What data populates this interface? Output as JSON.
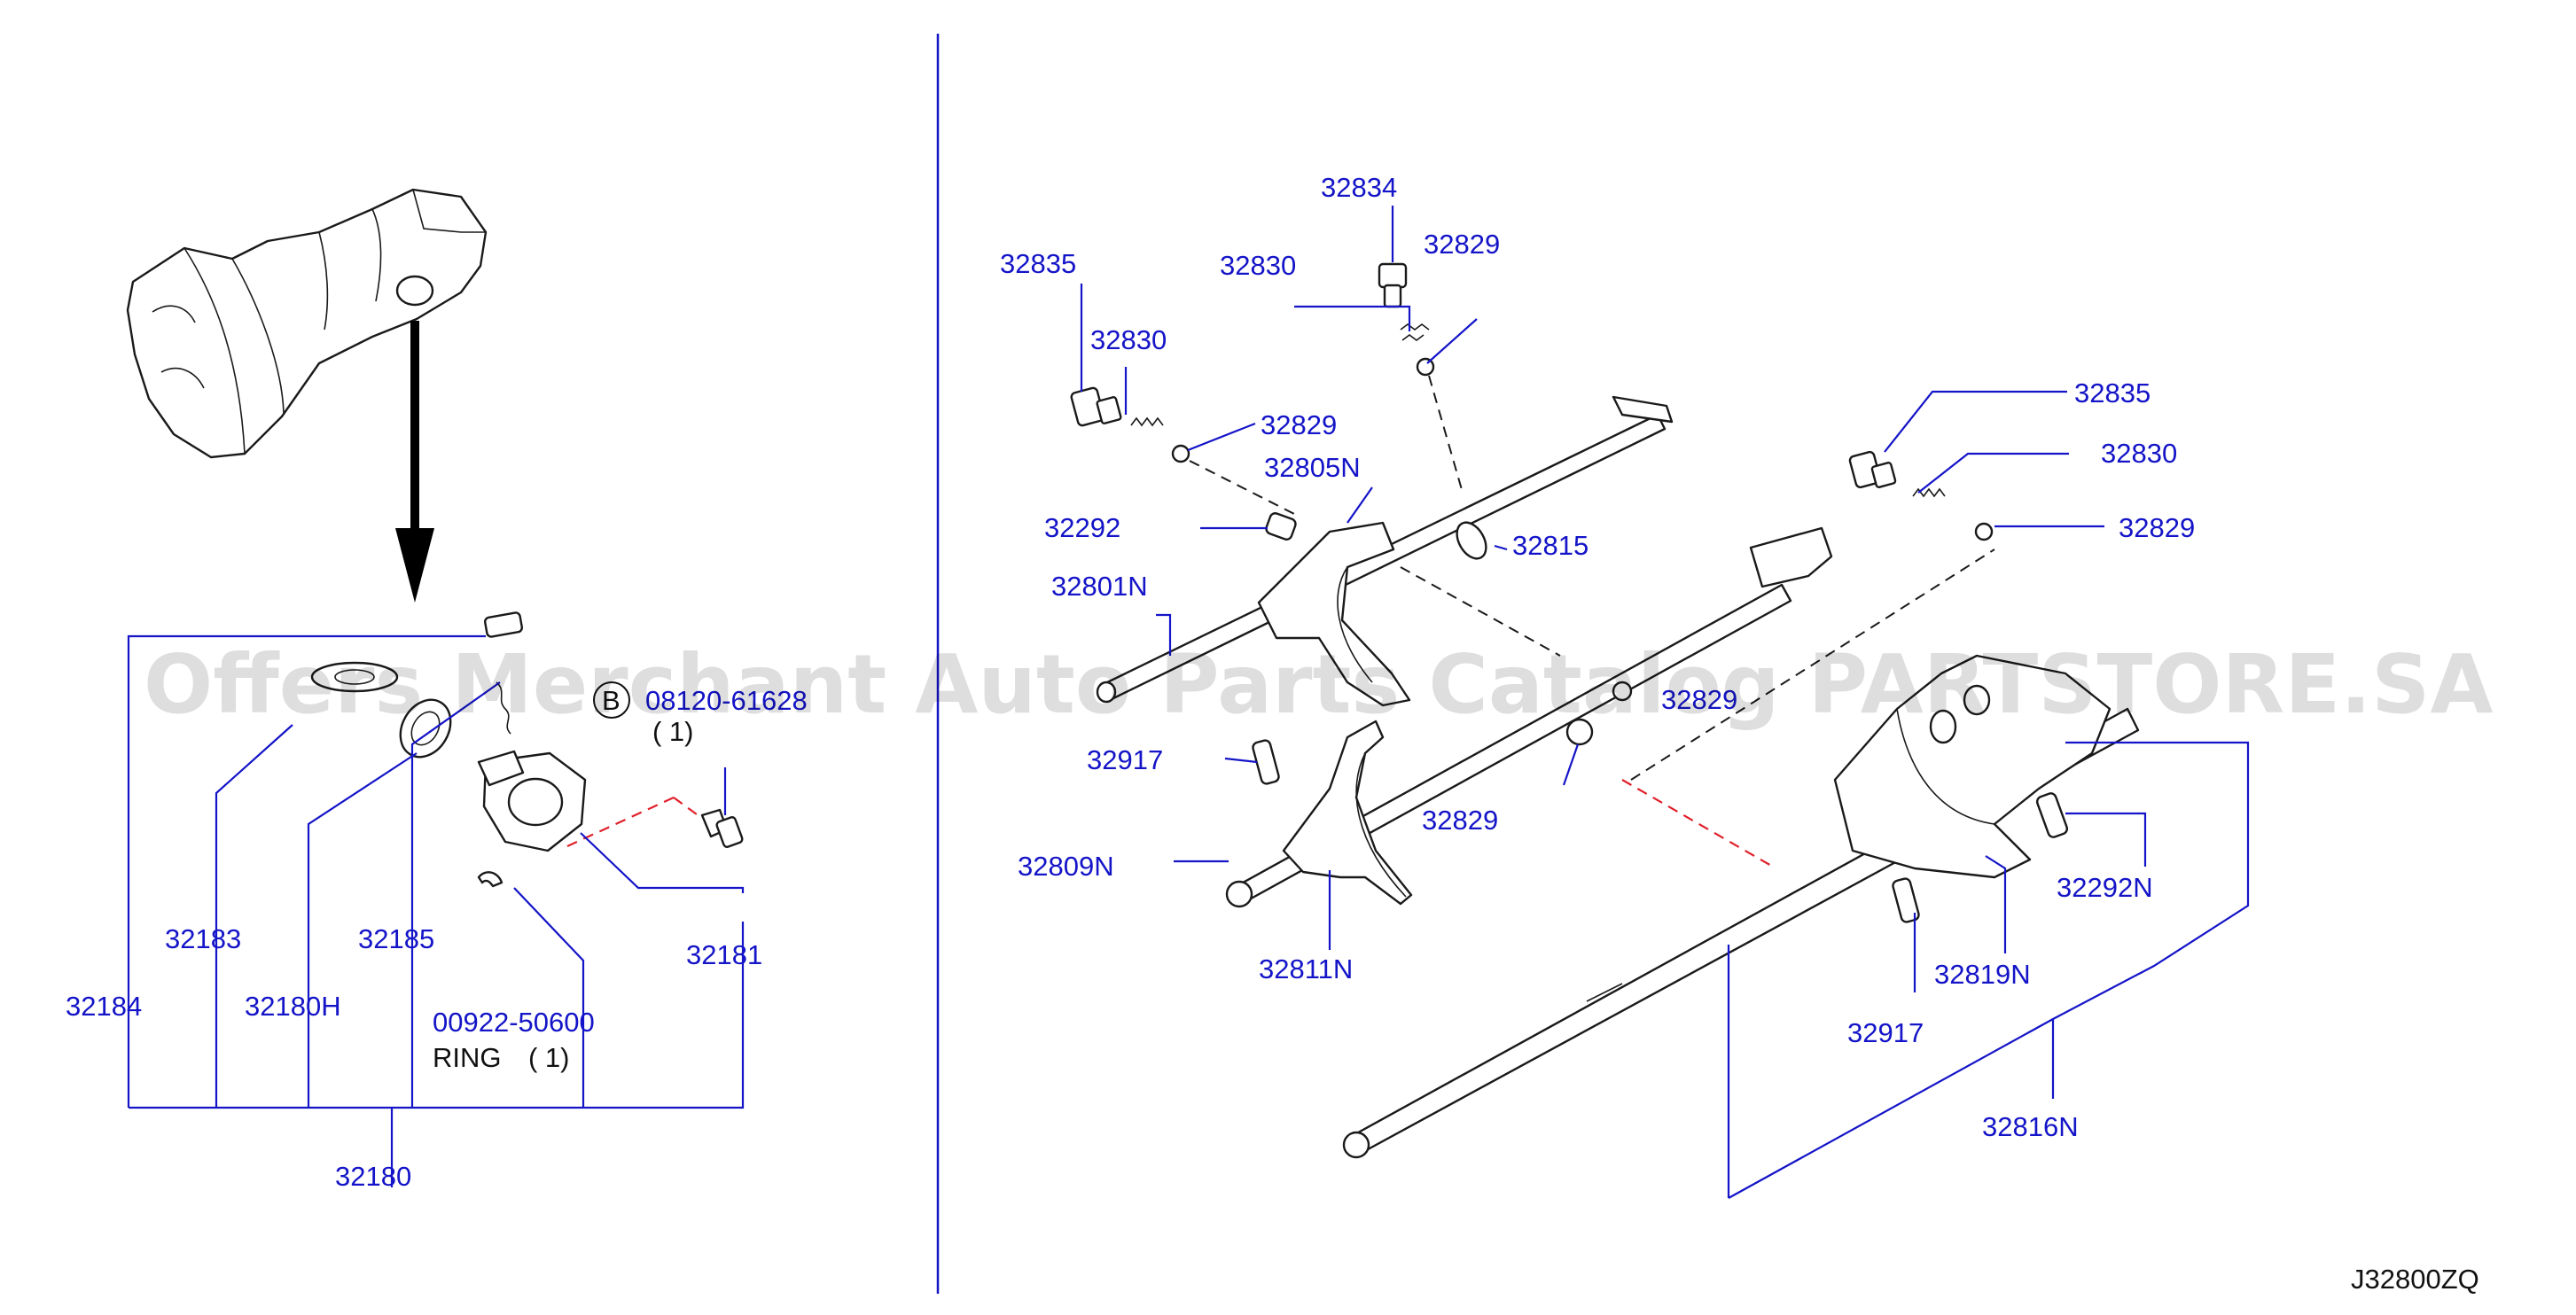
{
  "diagram": {
    "watermark": "Offers Merchant Auto Parts Catalog PARTSTORE.SA",
    "code": "J32800ZQ",
    "colors": {
      "label": "#1414c8",
      "callout_red": "#e0202a",
      "line": "#1a1a1a"
    },
    "left_labels": {
      "p32180": "32180",
      "p32183": "32183",
      "p32184": "32184",
      "p32180h": "32180H",
      "p32185": "32185",
      "p32181": "32181",
      "ring_number": "00922-50600",
      "ring_word": "RING",
      "ring_qty": "( 1)",
      "bolt_circle": "B",
      "bolt_number": "08120-61628",
      "bolt_qty": "( 1)"
    },
    "right_labels": {
      "p32834": "32834",
      "p32835_a": "32835",
      "p32830_a": "32830",
      "p32829_a": "32829",
      "p32830_b": "32830",
      "p32829_b": "32829",
      "p32805n": "32805N",
      "p32292": "32292",
      "p32815": "32815",
      "p32801n": "32801N",
      "p32835_b": "32835",
      "p32830_c": "32830",
      "p32829_c": "32829",
      "p32829_d": "32829",
      "p32829_e": "32829",
      "p32917_a": "32917",
      "p32809n": "32809N",
      "p32811n": "32811N",
      "p32292n": "32292N",
      "p32819n": "32819N",
      "p32917_b": "32917",
      "p32816n": "32816N"
    }
  }
}
